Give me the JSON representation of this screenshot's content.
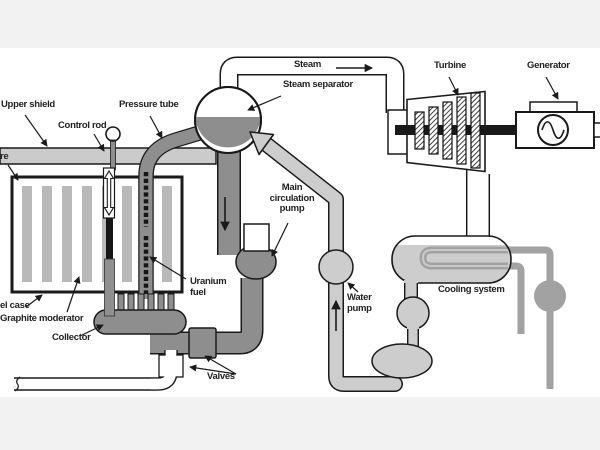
{
  "labels": {
    "upper_shield": "Upper shield",
    "control_rod": "Control rod",
    "pressure_tube": "Pressure tube",
    "core_cropped": "re",
    "steam": "Steam",
    "steam_separator": "Steam separator",
    "turbine": "Turbine",
    "generator": "Generator",
    "main_circulation_pump": "Main\ncirculation\npump",
    "uranium_fuel": "Uranium\nfuel",
    "steel_case_cropped": "el case",
    "graphite_moderator": "Graphite moderator",
    "collector": "Collector",
    "valves": "Valves",
    "water_pump": "Water\npump",
    "cooling_system": "Cooling system"
  },
  "icons": {
    "generator_symbol": "sine-wave-icon"
  },
  "colors": {
    "background": "#f2f2f2",
    "canvas": "#ffffff",
    "dark_pipe": "#8e8e8e",
    "light_pipe": "#cdcdcd",
    "mid_gray_pipe": "#a2a2a2",
    "shield": "#cbcbcb",
    "moderator_bar": "#b9b9b9",
    "outline": "#1a1a1a",
    "shaft": "#1a1a1a"
  }
}
